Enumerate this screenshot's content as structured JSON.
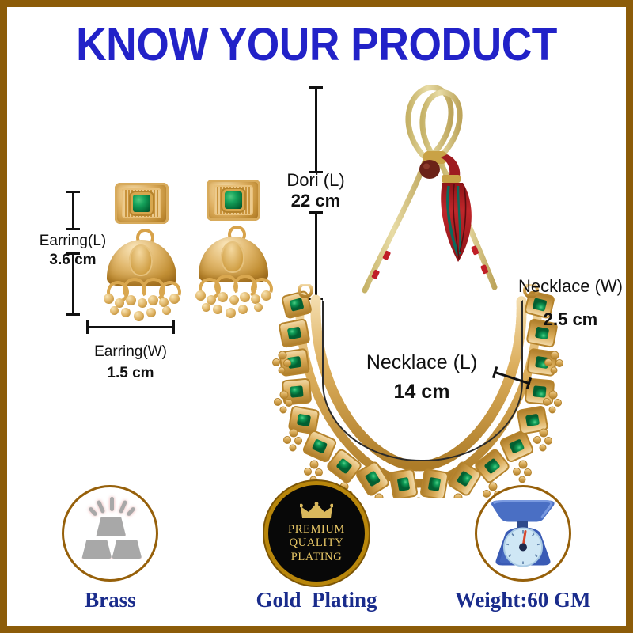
{
  "page": {
    "title": "KNOW YOUR PRODUCT",
    "border_color": "#8c5c09",
    "title_color": "#2222c8",
    "background": "#ffffff"
  },
  "measurements": {
    "earring_length": {
      "label": "Earring(L)",
      "value": "3.6 cm"
    },
    "earring_width": {
      "label": "Earring(W)",
      "value": "1.5 cm"
    },
    "dori_length": {
      "label": "Dori (L)",
      "value": "22 cm"
    },
    "necklace_length": {
      "label": "Necklace (L)",
      "value": "14 cm"
    },
    "necklace_width": {
      "label": "Necklace (W)",
      "value": "2.5 cm"
    }
  },
  "badges": [
    {
      "id": "brass",
      "label": "Brass",
      "icon": "gold-bars-icon",
      "circle_color": "#96600a",
      "icon_color": "#a8a8a8"
    },
    {
      "id": "gold-plating",
      "label": "Gold  Plating",
      "icon": "crown-seal-icon",
      "seal_lines": [
        "PREMIUM",
        "QUALITY",
        "PLATING"
      ],
      "seal_background": "#080808",
      "seal_text_color": "#e8c766",
      "seal_ring_color": "#b8860b"
    },
    {
      "id": "weight",
      "label": "Weight:60 GM",
      "icon": "weighing-scale-icon",
      "circle_color": "#96600a",
      "icon_color": "#3a5bb5"
    }
  ],
  "product": {
    "earrings": {
      "count": 2,
      "metal_color": "#d6a44e",
      "stone_color": "#0a8f4e"
    },
    "necklace": {
      "metal_color": "#d6a44e",
      "stone_color": "#0a8f4e"
    },
    "dori": {
      "cord_color": "#d9cb8d",
      "tassel_colors": [
        "#b01e22",
        "#0d6a5c"
      ],
      "bead_color": "#6b2218"
    }
  }
}
